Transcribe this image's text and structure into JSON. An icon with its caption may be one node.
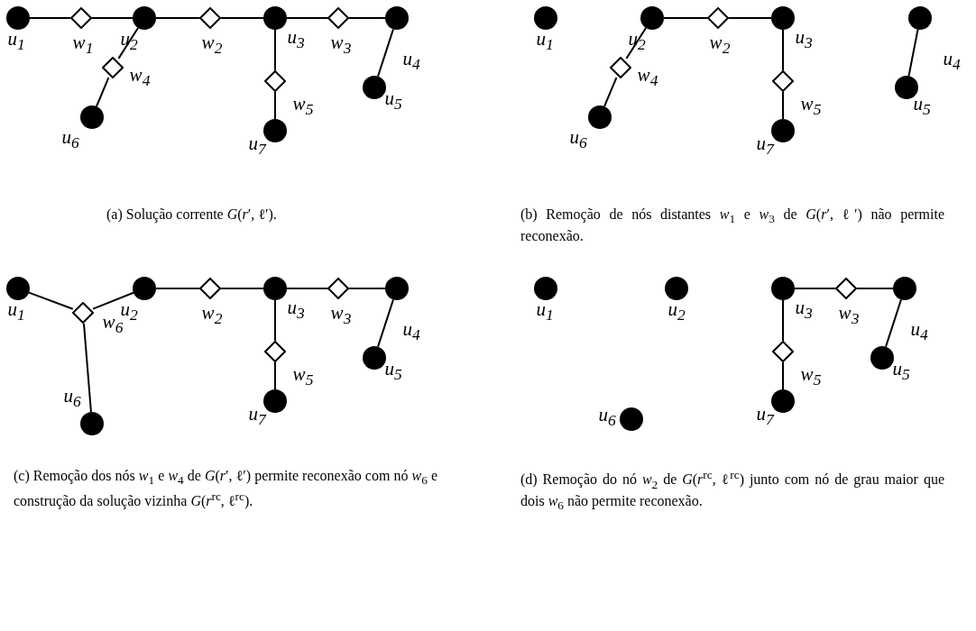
{
  "diagram": {
    "nodes": [
      {
        "text": [],
        "shape": "circle",
        "beside": [
          "u$_{1}$"
        ]
      },
      {
        "text": [],
        "shape": "diamond",
        "beside": [
          "w$_{1}$"
        ]
      },
      {
        "text": [],
        "shape": "circle",
        "beside": [
          "u$_{2}$"
        ]
      },
      {
        "text": [],
        "shape": "diamond",
        "beside": [
          "w$_{2}$"
        ]
      },
      {
        "text": [],
        "shape": "circle",
        "beside": [
          "u$_{3}$"
        ]
      },
      {
        "text": [],
        "shape": "diamond",
        "beside": [
          "w$_{3}$"
        ]
      },
      {
        "text": [],
        "shape": "circle",
        "beside": [
          "u$_{4}$"
        ]
      },
      {
        "text": [],
        "shape": "diamond",
        "beside": [
          "w$_{4}$"
        ]
      },
      {
        "text": [],
        "shape": "circle",
        "beside": [
          "u$_{6}$"
        ]
      },
      {
        "text": [],
        "shape": "diamond",
        "beside": [
          "w$_{5}$"
        ]
      },
      {
        "text": [],
        "shape": "circle",
        "beside": [
          "u$_{7}$"
        ]
      },
      {
        "text": [],
        "shape": "circle",
        "beside": [
          "u$_{5}$"
        ]
      },
      {
        "text": [],
        "shape": "circle",
        "beside": [
          "u$_{1}$"
        ]
      },
      {
        "text": [],
        "shape": "circle",
        "beside": [
          "u$_{2}$"
        ]
      },
      {
        "text": [],
        "shape": "diamond",
        "beside": [
          "w$_{2}$"
        ]
      },
      {
        "text": [],
        "shape": "circle",
        "beside": [
          "u$_{3}$"
        ]
      },
      {
        "text": [],
        "shape": "circle",
        "beside": [
          "u$_{4}$"
        ]
      },
      {
        "text": [],
        "shape": "diamond",
        "beside": [
          "w$_{4}$"
        ]
      },
      {
        "text": [],
        "shape": "circle",
        "beside": [
          "u$_{6}$"
        ]
      },
      {
        "text": [],
        "shape": "diamond",
        "beside": [
          "w$_{5}$"
        ]
      },
      {
        "text": [],
        "shape": "circle",
        "beside": [
          "u$_{7}$"
        ]
      },
      {
        "text": [],
        "shape": "circle",
        "beside": [
          "u$_{5}$"
        ]
      },
      {
        "text": [],
        "shape": "circle",
        "beside": [
          "u$_{1}$"
        ]
      },
      {
        "text": [],
        "shape": "diamond",
        "beside": [
          "w$_{6}$"
        ]
      },
      {
        "text": [],
        "shape": "circle",
        "beside": [
          "u$_{2}$"
        ]
      },
      {
        "text": [],
        "shape": "diamond",
        "beside": [
          "w$_{2}$"
        ]
      },
      {
        "text": [],
        "shape": "circle",
        "beside": [
          "u$_{3}$"
        ]
      },
      {
        "text": [],
        "shape": "diamond",
        "beside": [
          "w$_{3}$"
        ]
      },
      {
        "text": [],
        "shape": "circle",
        "beside": [
          "u$_{4}$"
        ]
      },
      {
        "text": [],
        "shape": "circle",
        "beside": [
          "u$_{6}$"
        ]
      },
      {
        "text": [],
        "shape": "diamond",
        "beside": [
          "w$_{5}$"
        ]
      },
      {
        "text": [],
        "shape": "circle",
        "beside": [
          "u$_{7}$"
        ]
      },
      {
        "text": [],
        "shape": "circle",
        "beside": [
          "u$_{5}$"
        ]
      },
      {
        "text": [],
        "shape": "circle",
        "beside": [
          "u$_{1}$"
        ]
      },
      {
        "text": [],
        "shape": "circle",
        "beside": [
          "u$_{2}$"
        ]
      },
      {
        "text": [],
        "shape": "circle",
        "beside": [
          "u$_{3}$"
        ]
      },
      {
        "text": [],
        "shape": "diamond",
        "beside": [
          "w$_{3}$"
        ]
      },
      {
        "text": [],
        "shape": "circle",
        "beside": [
          "u$_{4}$"
        ]
      },
      {
        "text": [],
        "shape": "circle",
        "beside": [
          "u$_{6}$"
        ]
      },
      {
        "text": [],
        "shape": "diamond",
        "beside": [
          "w$_{5}$"
        ]
      },
      {
        "text": [],
        "shape": "circle",
        "beside": [
          "u$_{7}$"
        ]
      },
      {
        "text": [],
        "shape": "circle",
        "beside": [
          "u$_{5}$"
        ]
      }
    ],
    "edges": [
      {
        "from": 0,
        "to": 1,
        "arrow": "none"
      },
      {
        "from": 1,
        "to": 2,
        "arrow": "none"
      },
      {
        "from": 2,
        "to": 3,
        "arrow": "none"
      },
      {
        "from": 3,
        "to": 4,
        "arrow": "none"
      },
      {
        "from": 4,
        "to": 5,
        "arrow": "none"
      },
      {
        "from": 5,
        "to": 6,
        "arrow": "none"
      },
      {
        "from": 2,
        "to": 7,
        "arrow": "none"
      },
      {
        "from": 7,
        "to": 8,
        "arrow": "none"
      },
      {
        "from": 4,
        "to": 9,
        "arrow": "none"
      },
      {
        "from": 9,
        "to": 10,
        "arrow": "none"
      },
      {
        "from": 6,
        "to": 11,
        "arrow": "none"
      },
      {
        "from": 13,
        "to": 14,
        "arrow": "none"
      },
      {
        "from": 14,
        "to": 15,
        "arrow": "none"
      },
      {
        "from": 13,
        "to": 17,
        "arrow": "none"
      },
      {
        "from": 17,
        "to": 18,
        "arrow": "none"
      },
      {
        "from": 15,
        "to": 19,
        "arrow": "none"
      },
      {
        "from": 19,
        "to": 20,
        "arrow": "none"
      },
      {
        "from": 16,
        "to": 21,
        "arrow": "none"
      },
      {
        "from": 22,
        "to": 23,
        "arrow": "none"
      },
      {
        "from": 23,
        "to": 24,
        "arrow": "none"
      },
      {
        "from": 23,
        "to": 29,
        "arrow": "none"
      },
      {
        "from": 24,
        "to": 25,
        "arrow": "none"
      },
      {
        "from": 25,
        "to": 26,
        "arrow": "none"
      },
      {
        "from": 26,
        "to": 27,
        "arrow": "none"
      },
      {
        "from": 27,
        "to": 28,
        "arrow": "none"
      },
      {
        "from": 26,
        "to": 30,
        "arrow": "none"
      },
      {
        "from": 30,
        "to": 31,
        "arrow": "none"
      },
      {
        "from": 28,
        "to": 32,
        "arrow": "none"
      },
      {
        "from": 35,
        "to": 36,
        "arrow": "none"
      },
      {
        "from": 36,
        "to": 37,
        "arrow": "none"
      },
      {
        "from": 35,
        "to": 39,
        "arrow": "none"
      },
      {
        "from": 39,
        "to": 40,
        "arrow": "none"
      },
      {
        "from": 37,
        "to": 41,
        "arrow": "none"
      }
    ],
    "labels": [
      "(a) Solução corrente *G*(*r*′, ℓ′).",
      "(b) Remoção de nós distantes *w*$_{1}$ e *w*$_{3}$ de *G*(*r*′, ℓ′) não permite reconexão.",
      "(c) Remoção dos nós *w*$_{1}$ e *w*$_{4}$ de *G*(*r*′, ℓ′) permite reconexão com nó *w*$_{6}$ e construção da solução vizinha *G*(*r*$^{rc}$, ℓ$^{rc}$).",
      "(d) Remoção do nó *w*$_{2}$ de *G*(*r*$^{rc}$, ℓ$^{rc}$) junto com nó de grau maior que dois *w*$_{6}$ não permite reconexão."
    ]
  }
}
